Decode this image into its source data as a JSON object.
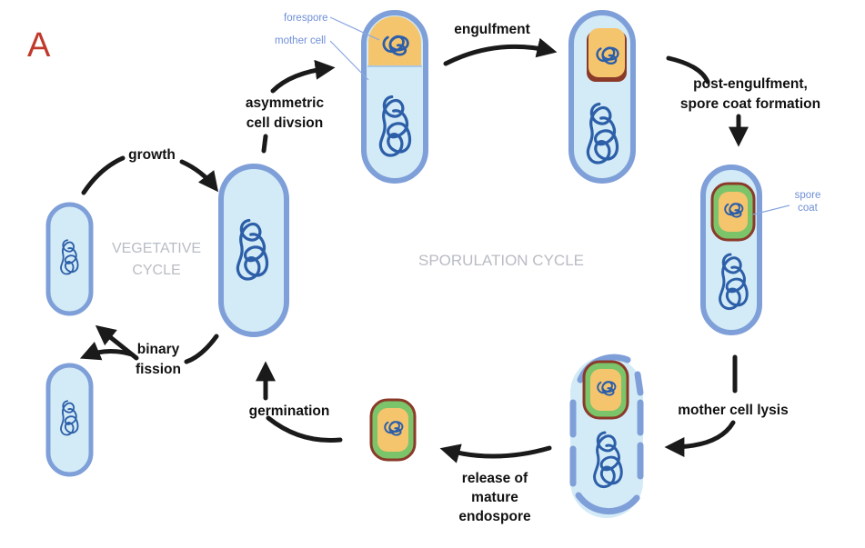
{
  "panel_label": "A",
  "cycles": {
    "vegetative": [
      "VEGETATIVE",
      "CYCLE"
    ],
    "sporulation": "SPORULATION CYCLE"
  },
  "steps": {
    "growth": "growth",
    "asymmetric": [
      "asymmetric",
      "cell divsion"
    ],
    "engulfment": "engulfment",
    "post_engulfment": [
      "post-engulfment,",
      "spore coat formation"
    ],
    "lysis": "mother cell lysis",
    "release": [
      "release of",
      "mature",
      "endospore"
    ],
    "germination": "germination",
    "binary_fission": [
      "binary",
      "fission"
    ]
  },
  "annotations": {
    "forespore": "forespore",
    "mother_cell": "mother cell",
    "spore_coat": [
      "spore",
      "coat"
    ]
  },
  "colors": {
    "cell_fill": "#d3ebf7",
    "cell_outline": "#7f9fd9",
    "dna": "#2d5fa8",
    "forespore": "#f5c56e",
    "spore_coat_green": "#7cc46a",
    "spore_coat_brown": "#8b3a2a",
    "arrow": "#1a1a1a",
    "panel_label": "#c0392b",
    "annotation": "#6f8fd8",
    "cycle_label": "#b9bcc4"
  }
}
